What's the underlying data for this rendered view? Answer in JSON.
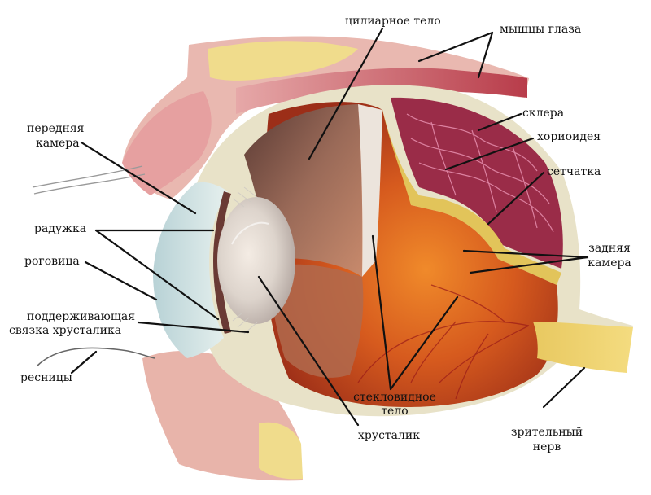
{
  "labels": {
    "ciliary_body": "цилиарное тело",
    "eye_muscles": "мышцы глаза",
    "anterior_chamber_1": "передняя",
    "anterior_chamber_2": "камера",
    "sclera": "склера",
    "choroid": "хориоидея",
    "retina": "сетчатка",
    "iris": "радужка",
    "posterior_chamber_1": "задняя",
    "posterior_chamber_2": "камера",
    "cornea": "роговица",
    "zonule_1": "поддерживающая",
    "zonule_2": "связка хрусталика",
    "eyelashes": "ресницы",
    "vitreous_1": "стекловидное",
    "vitreous_2": "тело",
    "lens": "хрусталик",
    "optic_nerve_1": "зрительный",
    "optic_nerve_2": "нерв"
  },
  "colors": {
    "sclera": "#e8e2c8",
    "choroid": "#9a2c48",
    "retina": "#e2c45a",
    "vitreous": "#c8481c",
    "muscle": "#c0505a",
    "fat": "#f0dc8c",
    "lens": "#ddd8d0",
    "cornea": "#cfe1e4",
    "ciliary": "#8a4a38",
    "skin": "#e6a8a0",
    "nerve": "#e8c860"
  }
}
